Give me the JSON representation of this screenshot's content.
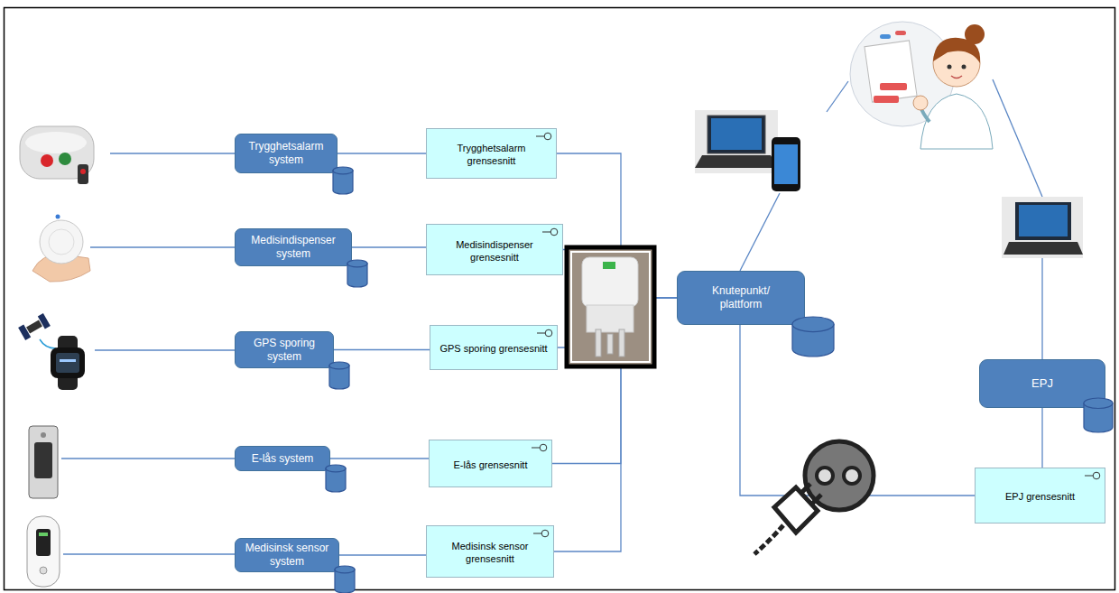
{
  "diagram": {
    "nodes": [
      {
        "text": [
          "Trygghetsalarm system"
        ]
      },
      {
        "text": [
          "Trygghetsalarm grensesnitt"
        ]
      },
      {
        "text": [
          "Medisindispenser system"
        ]
      },
      {
        "text": [
          "Medisindispenser grensesnitt"
        ]
      },
      {
        "text": [
          "GPS sporing system"
        ]
      },
      {
        "text": [
          "GPS sporing grensesnitt"
        ]
      },
      {
        "text": [
          "E-lås system"
        ]
      },
      {
        "text": [
          "E-lås grensesnitt"
        ]
      },
      {
        "text": [
          "Medisinsk sensor system"
        ]
      },
      {
        "text": [
          "Medisinsk sensor grensesnitt"
        ]
      },
      {
        "text": [
          "Knutepunkt/ plattform"
        ]
      },
      {
        "text": [
          "EPJ"
        ]
      },
      {
        "text": [
          "EPJ grensesnitt"
        ]
      }
    ],
    "edges": [
      {
        "from": 0,
        "to": 1,
        "arrow": "none"
      },
      {
        "from": 2,
        "to": 3,
        "arrow": "none"
      },
      {
        "from": 4,
        "to": 5,
        "arrow": "none"
      },
      {
        "from": 6,
        "to": 7,
        "arrow": "none"
      },
      {
        "from": 8,
        "to": 9,
        "arrow": "none"
      },
      {
        "from": 1,
        "to": 10,
        "arrow": "none"
      },
      {
        "from": 3,
        "to": 10,
        "arrow": "none"
      },
      {
        "from": 5,
        "to": 10,
        "arrow": "none"
      },
      {
        "from": 7,
        "to": 10,
        "arrow": "none"
      },
      {
        "from": 9,
        "to": 10,
        "arrow": "none"
      },
      {
        "from": 10,
        "to": 12,
        "arrow": "none"
      },
      {
        "from": 11,
        "to": 12,
        "arrow": "none"
      }
    ]
  }
}
